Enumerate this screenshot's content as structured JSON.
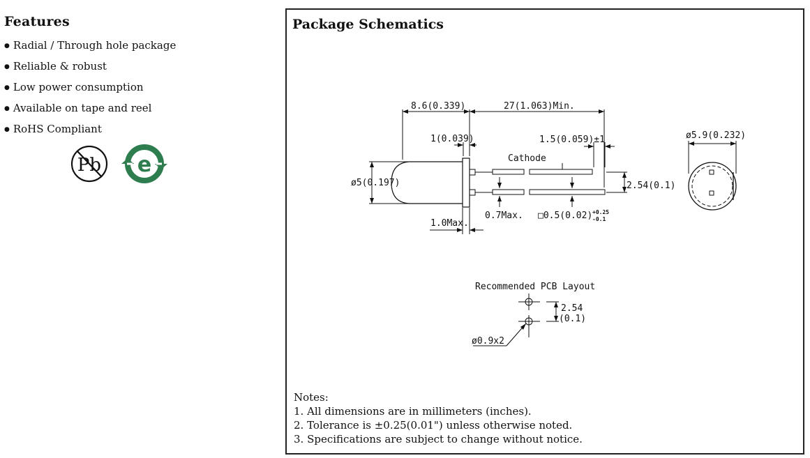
{
  "features": {
    "title": "Features",
    "items": [
      "Radial / Through hole package",
      "Reliable & robust",
      "Low power consumption",
      "Available on tape and reel",
      "RoHS Compliant"
    ],
    "icons": {
      "pb_free": {
        "icon": "lead-free-icon",
        "text": "Pb"
      },
      "eco": {
        "icon": "e-recycle-icon",
        "text": "e",
        "color": "#2e7d4f"
      }
    }
  },
  "schematics": {
    "title": "Package Schematics",
    "dims": {
      "overall_length": "8.6(0.339)",
      "lead_length": "27(1.063)Min.",
      "flange": "1(0.039)",
      "lead_offset": "1.5(0.059)±1",
      "cathode": "Cathode",
      "body_dia": "ø5(0.197)",
      "pitch": "2.54(0.1)",
      "flange_max": "1.0Max.",
      "lead_max": "0.7Max.",
      "lead_square": "□0.5(0.02)",
      "tol_plus": "+0.25",
      "tol_minus": "-0.1",
      "top_dia": "ø5.9(0.232)"
    },
    "pcb": {
      "title": "Recommended PCB Layout",
      "pitch_mm": "2.54",
      "pitch_in": "(0.1)",
      "hole": "ø0.9x2"
    },
    "notes": {
      "heading": "Notes:",
      "items": [
        "1. All dimensions are in millimeters (inches).",
        "2. Tolerance is ±0.25(0.01\") unless otherwise noted.",
        "3. Specifications are subject to change without notice."
      ]
    }
  }
}
